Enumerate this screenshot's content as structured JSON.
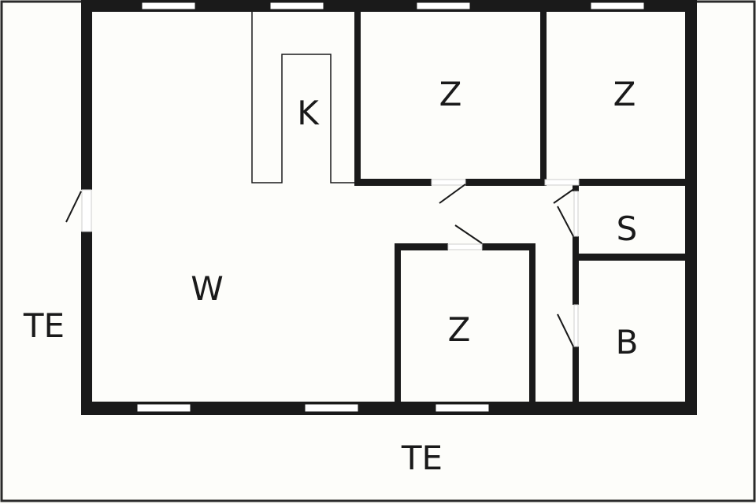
{
  "floor_plan": {
    "colors": {
      "background": "#fdfdfa",
      "wall": "#1a1a1a",
      "window": "#ffffff"
    },
    "rooms": [
      {
        "id": "living",
        "label": "W"
      },
      {
        "id": "kitchen",
        "label": "K"
      },
      {
        "id": "bedroom-1",
        "label": "Z"
      },
      {
        "id": "bedroom-2",
        "label": "Z"
      },
      {
        "id": "bedroom-3",
        "label": "Z"
      },
      {
        "id": "storage",
        "label": "S"
      },
      {
        "id": "bathroom",
        "label": "B"
      }
    ],
    "terrace": [
      {
        "id": "terrace-left",
        "label": "TE"
      },
      {
        "id": "terrace-bottom",
        "label": "TE"
      }
    ]
  }
}
